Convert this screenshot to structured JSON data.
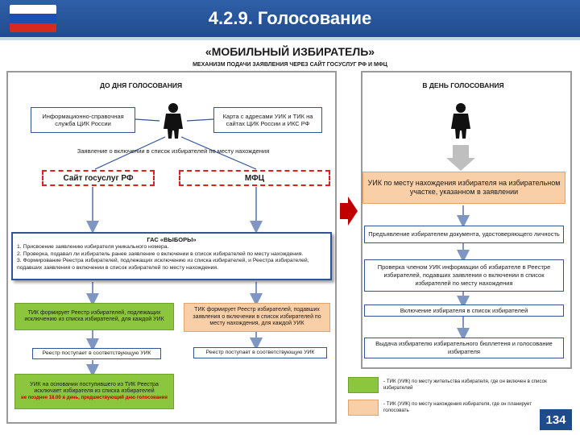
{
  "header": {
    "slide_title": "4.2.9. Голосование",
    "flag_colors": [
      "#ffffff",
      "#1d4fb0",
      "#d52b1e"
    ]
  },
  "main": {
    "title": "«МОБИЛЬНЫЙ ИЗБИРАТЕЛЬ»",
    "subtitle": "МЕХАНИЗМ ПОДАЧИ ЗАЯВЛЕНИЯ ЧЕРЕЗ САЙТ ГОСУСЛУГ РФ И МФЦ"
  },
  "left_panel": {
    "title": "ДО ДНЯ ГОЛОСОВАНИЯ",
    "info_service": "Информационно-справочная служба ЦИК России",
    "map_box": "Карта с адресами УИК и ТИК на сайтах ЦИК России и ИКС РФ",
    "application_label": "Заявление о включении в список избирателей по месту нахождения",
    "gosuslugi": "Сайт госуслуг РФ",
    "mfc": "МФЦ",
    "gas": {
      "title": "ГАС «ВЫБОРЫ»",
      "items": [
        "1. Присвоение заявлению избирателя уникального номера.",
        "2. Проверка, подавал ли избиратель ранее заявление о включении в список избирателей по месту нахождения.",
        "3. Формирование Реестра избирателей, подлежащих исключению из списка избирателей, и Реестра избирателей, подавших заявления о включении в список избирателей по месту нахождения."
      ]
    },
    "tik_left": "ТИК формирует Реестр избирателей, подлежащих исключению из списка избирателей, для каждой УИК",
    "tik_right": "ТИК формирует Реестр избирателей, подавших заявления о включении в список избирателей по месту нахождения, для каждой УИК",
    "registry_left": "Реестр поступает в соответствующую УИК",
    "registry_right": "Реестр поступает в соответствующую УИК",
    "uik_exclude": "УИК на основании поступившего из ТИК Реестра исключает избирателя из списка избирателей",
    "uik_exclude_deadline": "не позднее 18.00 в день, предшествующий дню голосования"
  },
  "right_panel": {
    "title": "В ДЕНЬ ГОЛОСОВАНИЯ",
    "uik_box": "УИК по месту нахождения избирателя на избирательном участке, указанном в заявлении",
    "steps": [
      "Предъявление избирателем документа, удостоверяющего личность",
      "Проверка членом УИК информации об избирателе в Реестре избирателей, подавших заявления о включении в список избирателей по месту нахождения",
      "Включение избирателя в список избирателей",
      "Выдача избирателю избирательного бюллетеня и голосование избирателя"
    ]
  },
  "legend": {
    "green": "- ТИК (УИК) по месту жительства избирателя, где он включен в список избирателей",
    "orange": "- ТИК (УИК) по месту нахождения избирателя, где он планирует голосовать"
  },
  "page_number": "134",
  "colors": {
    "header_blue": "#1f4a8c",
    "green": "#8cc63f",
    "orange": "#f9cfa8",
    "dashed_red": "#e02020",
    "arrow_red": "#c00000"
  }
}
